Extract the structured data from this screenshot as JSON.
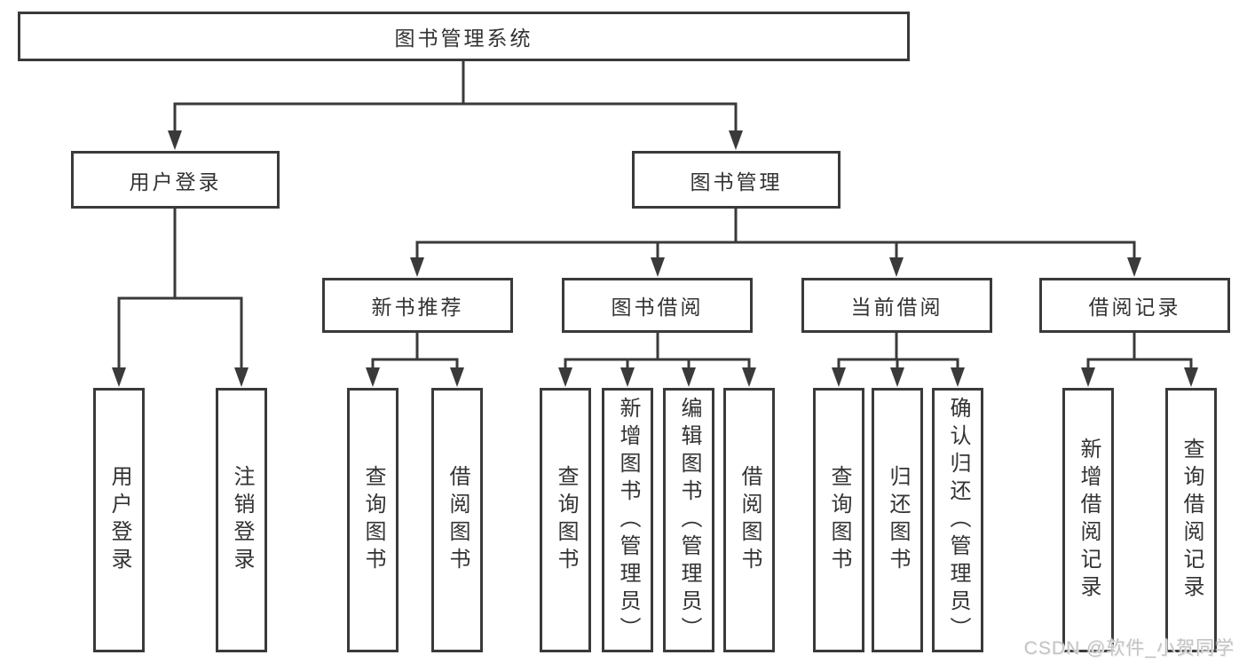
{
  "diagram": {
    "title_node": "图书管理系统",
    "root": {
      "label": "图书管理系统"
    },
    "branches": [
      {
        "label": "用户登录",
        "children": [
          {
            "label": "用户登录"
          },
          {
            "label": "注销登录"
          }
        ]
      },
      {
        "label": "图书管理",
        "children": [
          {
            "label": "新书推荐",
            "children": [
              {
                "label": "查询图书"
              },
              {
                "label": "借阅图书"
              }
            ]
          },
          {
            "label": "图书借阅",
            "children": [
              {
                "label": "查询图书"
              },
              {
                "label": "新增图书（管理员）"
              },
              {
                "label": "编辑图书（管理员）"
              },
              {
                "label": "借阅图书"
              }
            ]
          },
          {
            "label": "当前借阅",
            "children": [
              {
                "label": "查询图书"
              },
              {
                "label": "归还图书"
              },
              {
                "label": "确认归还（管理员）"
              }
            ]
          },
          {
            "label": "借阅记录",
            "children": [
              {
                "label": "新增借阅记录"
              },
              {
                "label": "查询借阅记录"
              }
            ]
          }
        ]
      }
    ]
  },
  "watermark": {
    "text": "CSDN @软件_小贺同学"
  },
  "colors": {
    "line": "#3a3a3a",
    "text": "#333333",
    "background": "#ffffff",
    "watermark": "#c3c3c3"
  }
}
